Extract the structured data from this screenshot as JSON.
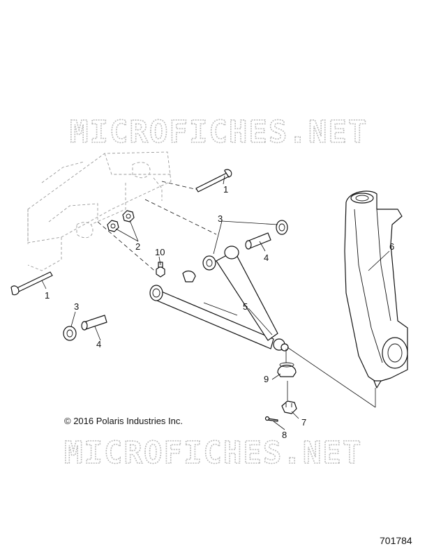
{
  "watermark": {
    "top_text": "MICROFICHES.NET",
    "bottom_text": "MICROFICHES.NET"
  },
  "copyright": "© 2016 Polaris Industries Inc.",
  "doc_number": "701784",
  "callouts": {
    "c1_top": "1",
    "c1_left": "1",
    "c2": "2",
    "c3_top": "3",
    "c3_left": "3",
    "c4_right": "4",
    "c4_left": "4",
    "c5": "5",
    "c6": "6",
    "c7": "7",
    "c8": "8",
    "c9": "9",
    "c10": "10"
  }
}
